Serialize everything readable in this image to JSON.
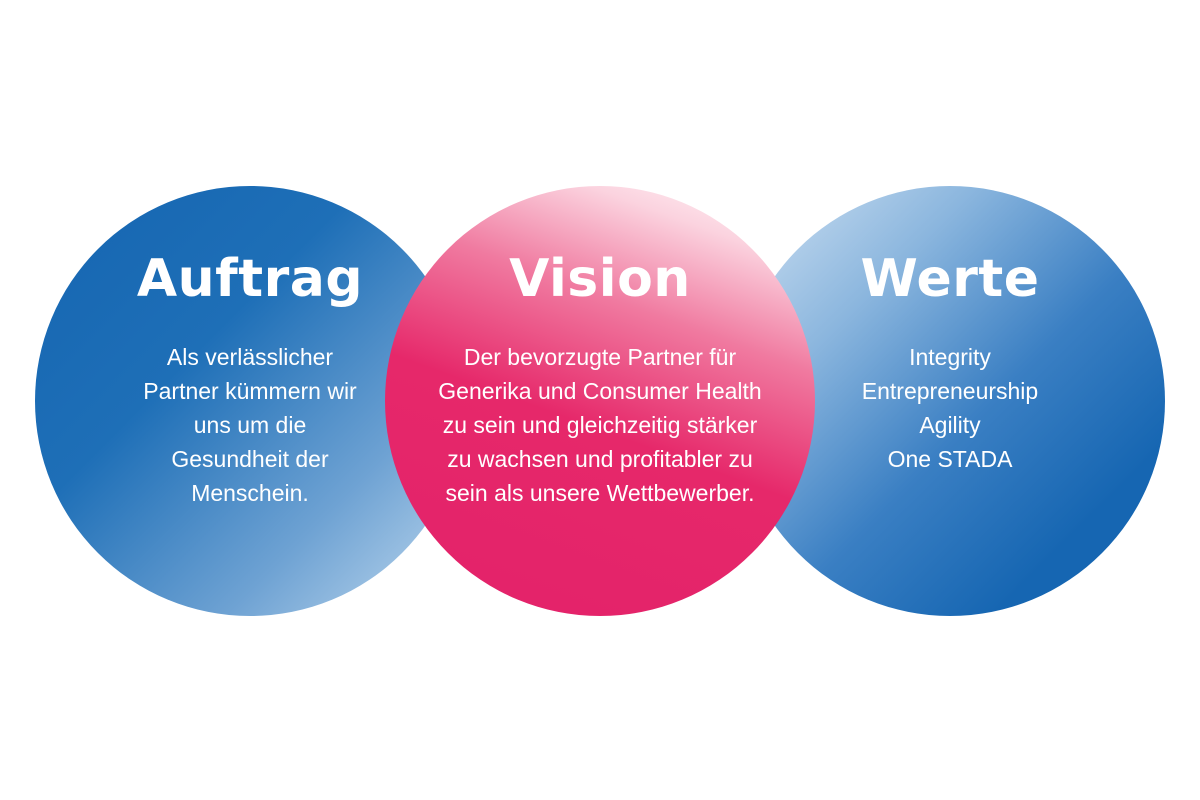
{
  "circles": {
    "auftrag": {
      "title": "Auftrag",
      "lines": [
        "Als verlässlicher",
        "Partner kümmern wir",
        "uns um die",
        "Gesundheit der",
        "Menschein."
      ],
      "color": "#1565b1"
    },
    "vision": {
      "title": "Vision",
      "lines": [
        "Der bevorzugte Partner für",
        "Generika und Consumer Health",
        "zu sein und gleichzeitig stärker",
        "zu wachsen und profitabler zu",
        "sein als unsere Wettbewerber."
      ],
      "color": "#e3216a"
    },
    "werte": {
      "title": "Werte",
      "lines": [
        "Integrity",
        "Entrepreneurship",
        "Agility",
        "One STADA"
      ],
      "color": "#1565b1"
    }
  }
}
